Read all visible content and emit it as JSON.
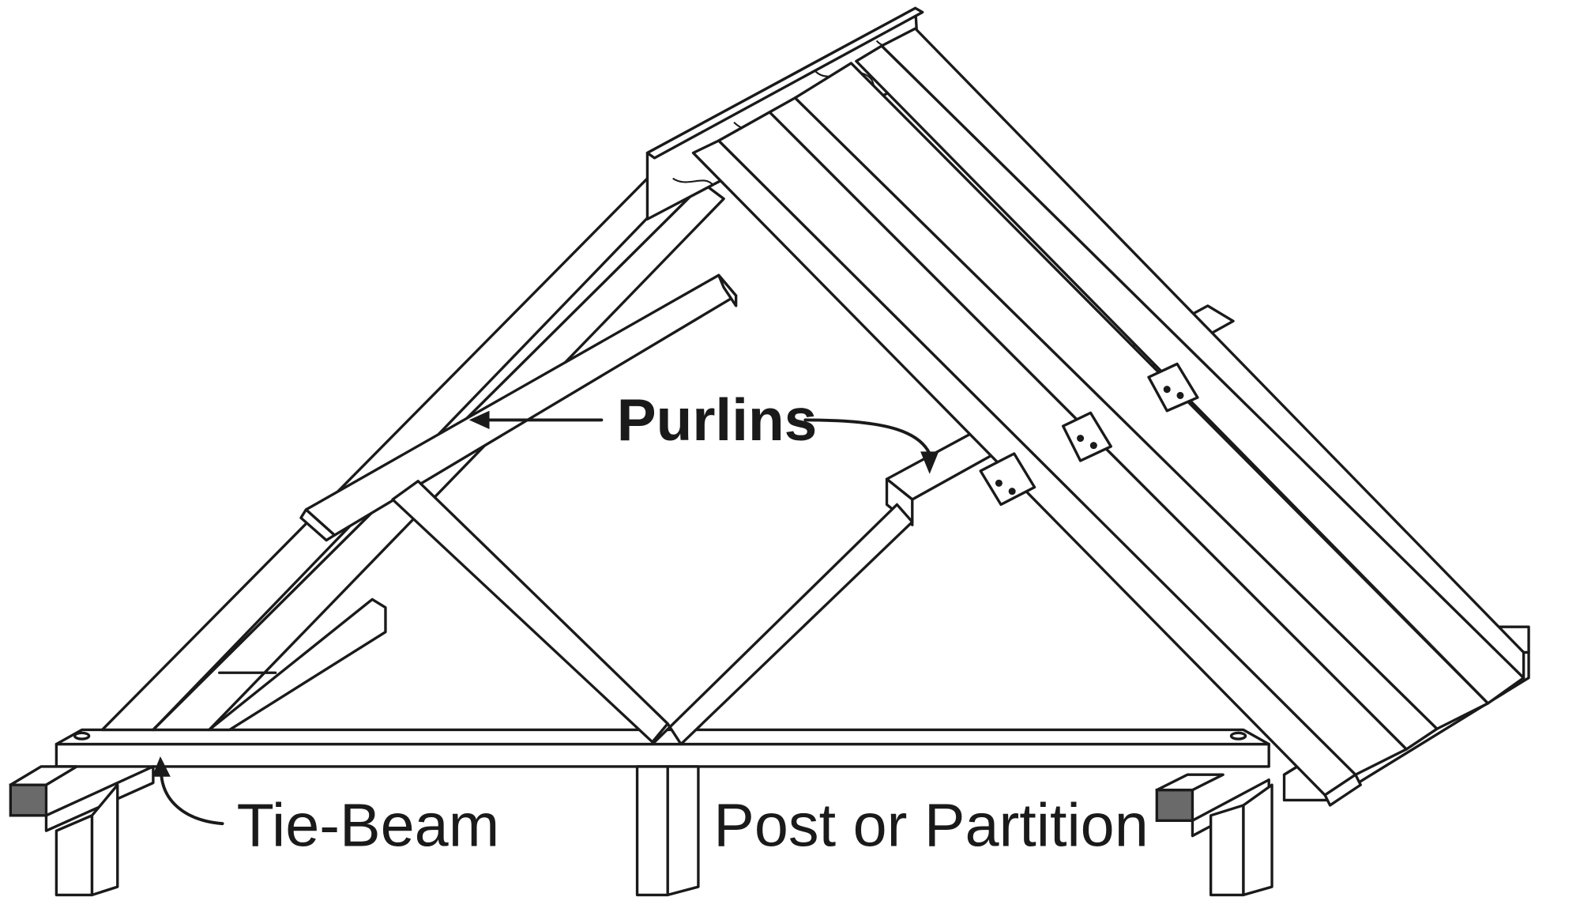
{
  "labels": {
    "purlins": "Purlins",
    "tie_beam": "Tie-Beam",
    "post": "Post or Partition"
  }
}
